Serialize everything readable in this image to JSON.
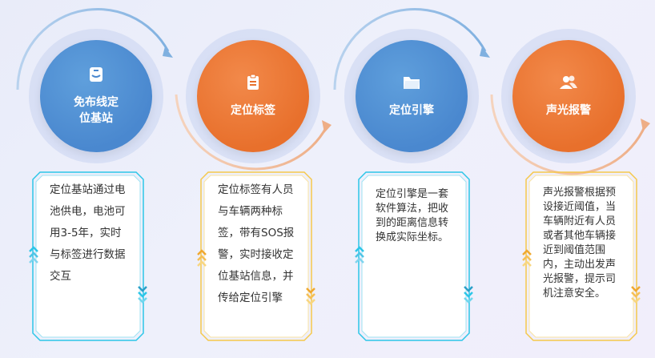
{
  "steps": [
    {
      "title": "免布线定\n位基站",
      "icon": "badge-icon",
      "color": "#4a88cf",
      "description": "定位基站通过电池供电，电池可用3-5年，实时与标签进行数据交互"
    },
    {
      "title": "定位标签",
      "icon": "clipboard-icon",
      "color": "#e8702c",
      "description": "定位标签有人员与车辆两种标签，带有SOS报警，实时接收定位基站信息，并传给定位引擎"
    },
    {
      "title": "定位引擎",
      "icon": "folder-icon",
      "color": "#4a88cf",
      "description": "定位引擎是一套软件算法，把收到的距离信息转换成实际坐标。"
    },
    {
      "title": "声光报警",
      "icon": "users-icon",
      "color": "#e8702c",
      "description": "声光报警根据预设接近阈值，当车辆附近有人员或者其他车辆接近到阈值范围内，主动出发声光报警，提示司机注意安全。"
    }
  ]
}
